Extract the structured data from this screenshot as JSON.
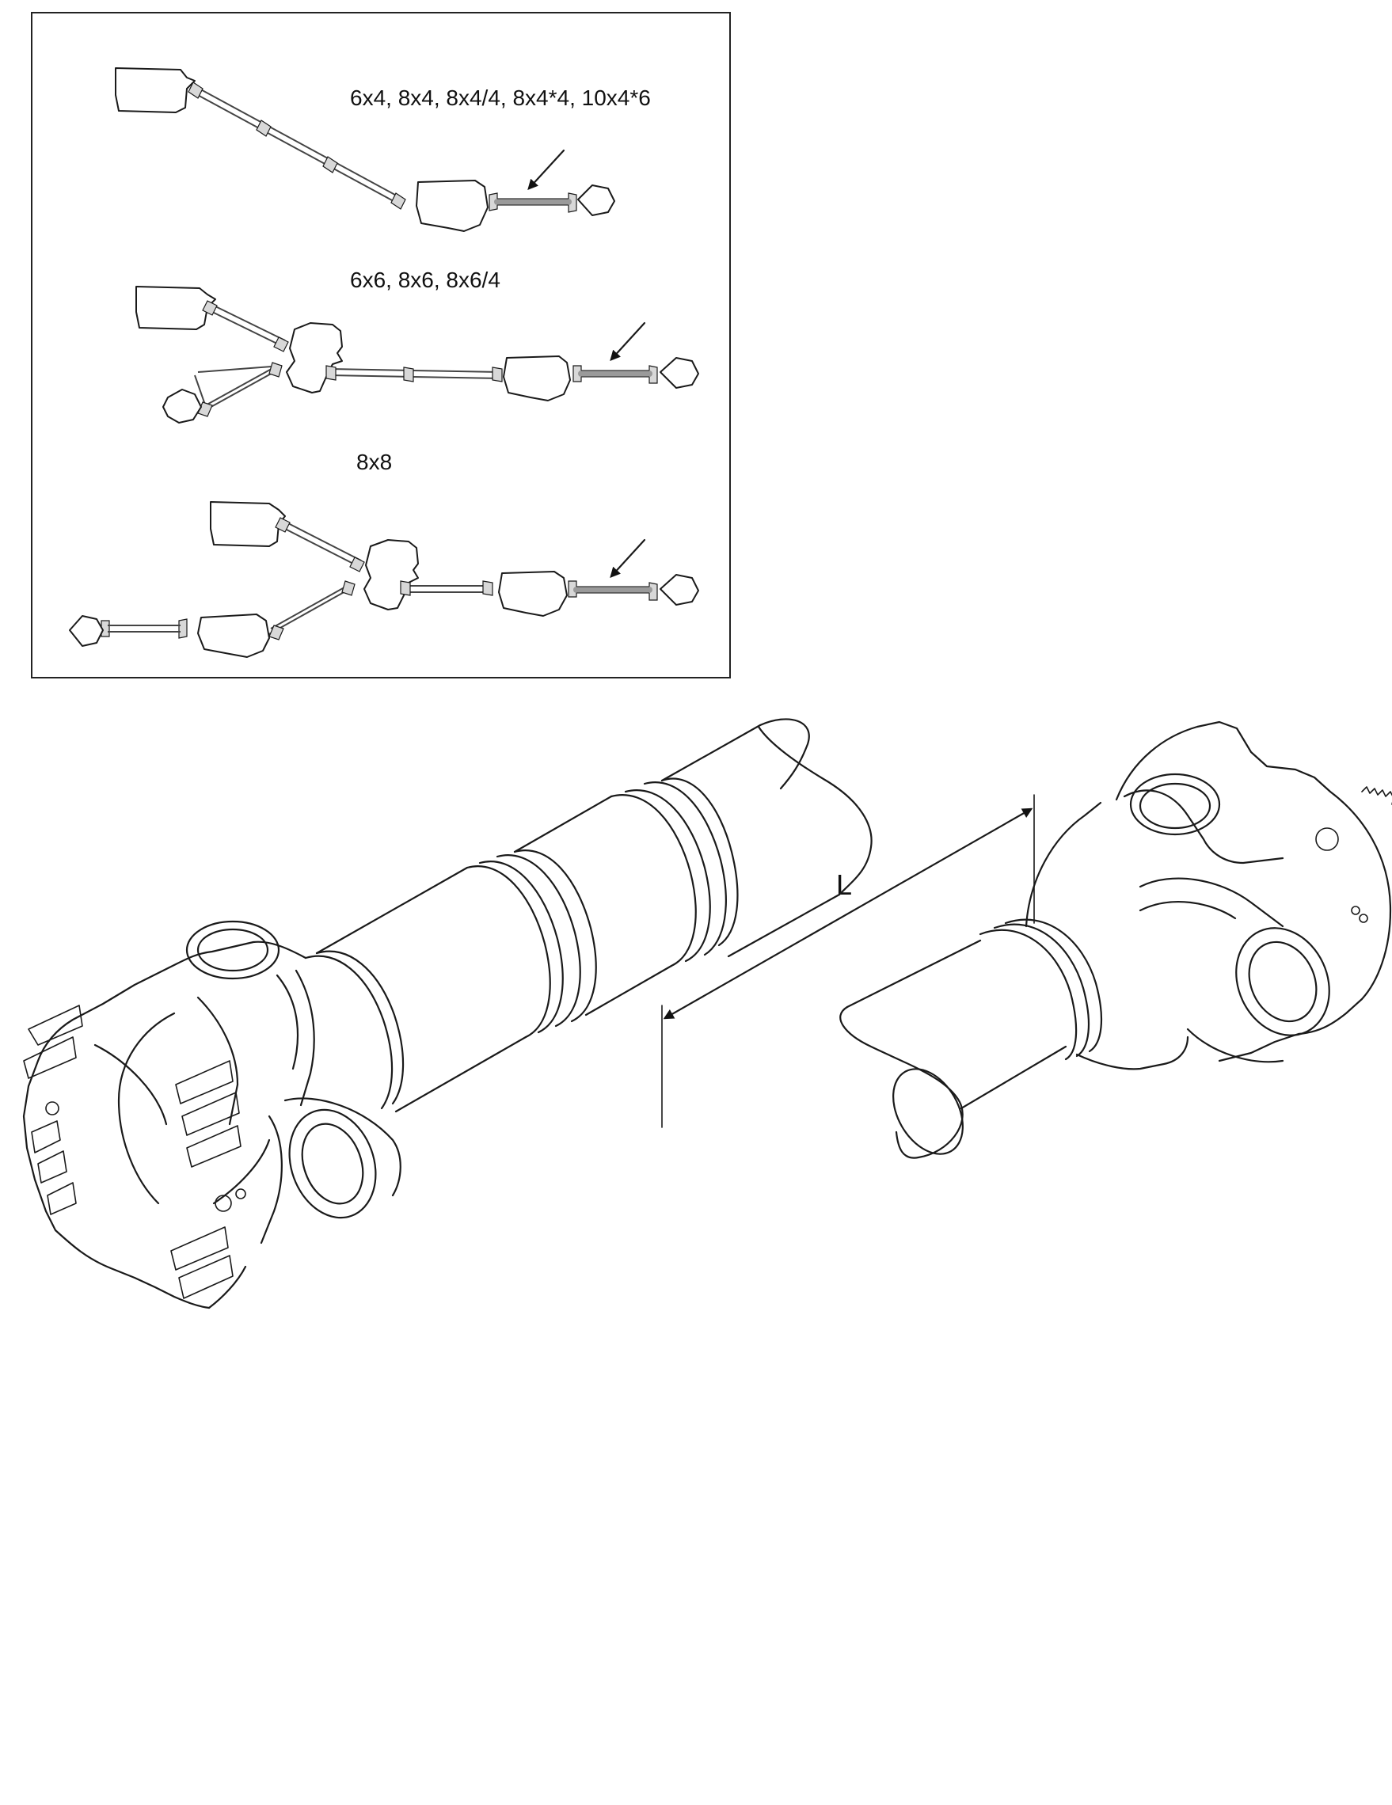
{
  "inset": {
    "configs": [
      {
        "label": "6x4, 8x4, 8x4/4, 8x4*4, 10x4*6"
      },
      {
        "label": "6x6, 8x6, 8x6/4"
      },
      {
        "label": "8x8"
      }
    ]
  },
  "main": {
    "dimension_label": "L"
  }
}
